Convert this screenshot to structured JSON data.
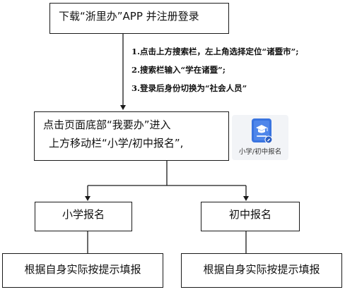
{
  "top_step": {
    "text": "下载“浙里办”APP 并注册登录"
  },
  "notes": [
    "1.点击上方搜索栏，左上角选择定位“诸暨市”;",
    "2.搜索栏输入“学在诸暨”;",
    "3.登录后身份切换为“社会人员”"
  ],
  "middle_step": {
    "line1": "点击页面底部“我要办”进入",
    "line2": "上方移动栏“小学/初中报名”,"
  },
  "app_icon": {
    "label": "小学/初中报名",
    "icon": "graduation-cap-document-icon",
    "color": "#3a74e0"
  },
  "branches": [
    {
      "title": "小学报名",
      "action": "根据自身实际按提示填报"
    },
    {
      "title": "初中报名",
      "action": "根据自身实际按提示填报"
    }
  ]
}
